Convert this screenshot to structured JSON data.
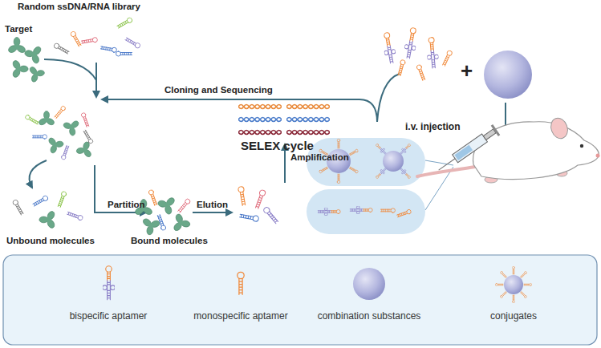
{
  "diagram": {
    "labels": [
      "Random ssDNA/RNA library",
      "Target",
      "Cloning and Sequencing",
      "+",
      "i.v. injection",
      "SELEX cycle",
      "Amplification",
      "Partition",
      "Elution",
      "Unbound molecules",
      "Bound molecules"
    ],
    "legend": [
      {
        "text": "bispecific aptamer"
      },
      {
        "text": "monospecific aptamer"
      },
      {
        "text": "combination substances"
      },
      {
        "text": "conjugates"
      }
    ]
  }
}
